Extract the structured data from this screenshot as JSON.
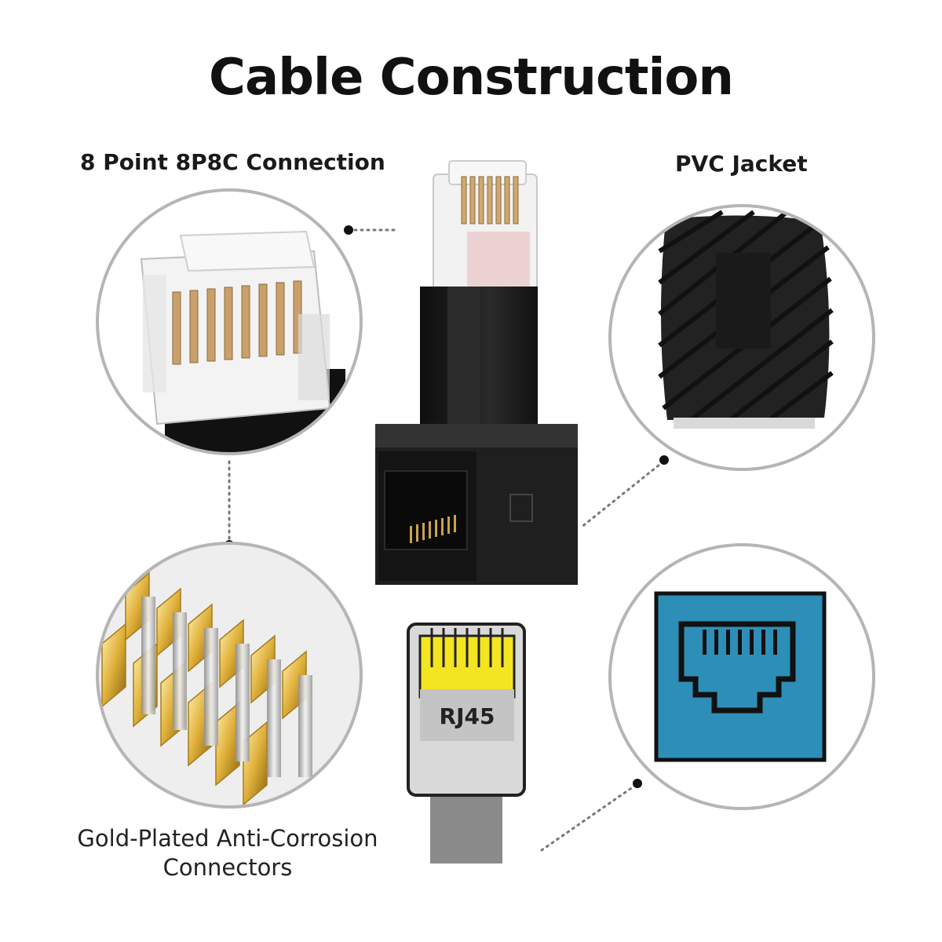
{
  "title": "Cable Construction",
  "callouts": {
    "top_left": "8 Point 8P8C Connection",
    "top_right": "PVC Jacket",
    "bottom_left_line1": "Gold-Plated Anti-Corrosion",
    "bottom_left_line2": "Connectors"
  },
  "rj45_plug_label": "RJ45",
  "colors": {
    "port_icon_blue": "#2d8fb8",
    "contact_gold": "#e8c34a",
    "plug_yellow": "#f4e521",
    "connector_black": "#1b1b1b",
    "circle_border": "#b5b5b5"
  },
  "icons": [
    "rj45-plug-icon",
    "ethernet-port-icon",
    "adapter-photo",
    "pvc-jacket-photo",
    "gold-contacts-photo",
    "transparent-plug-photo"
  ]
}
